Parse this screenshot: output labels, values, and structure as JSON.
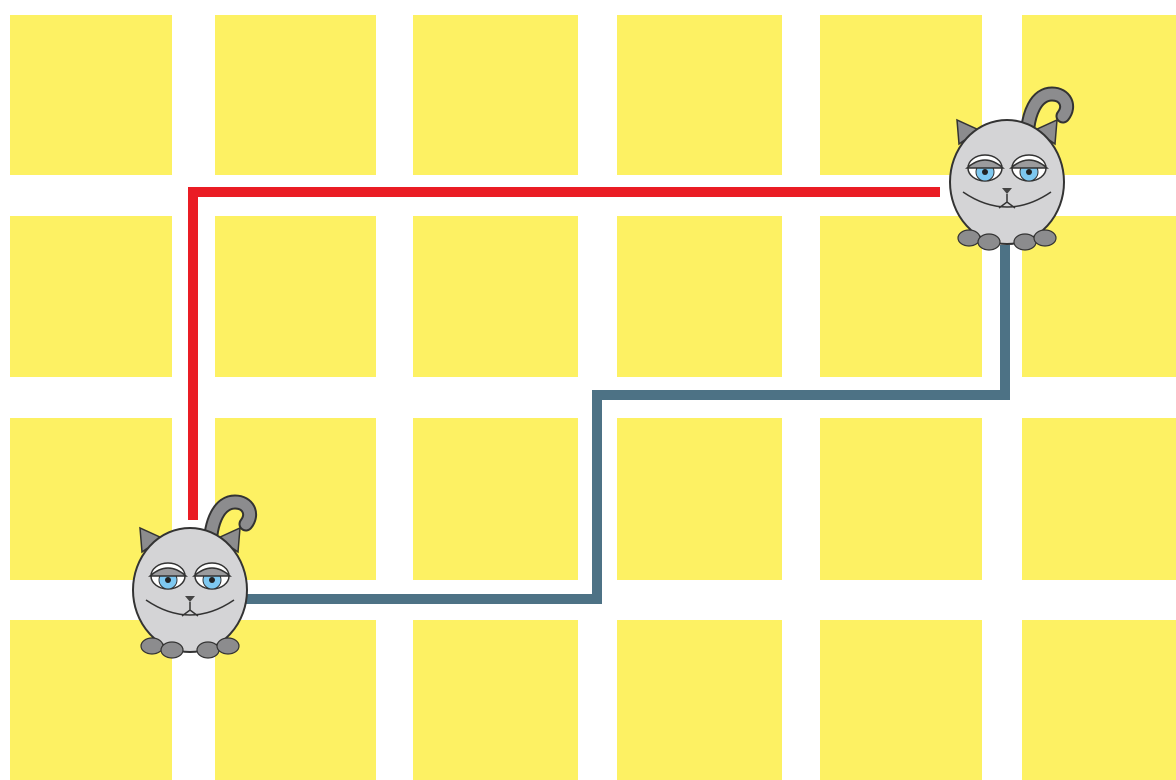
{
  "colors": {
    "background": "#ffffff",
    "block": "#fdf163",
    "red_path": "#ea1c24",
    "blue_path": "#4d7285",
    "cat_body": "#d4d4d6",
    "cat_dark": "#8c8c8e",
    "cat_outline": "#333333",
    "cat_eye": "#7ec8f0",
    "cat_lid": "#9b9b9d"
  },
  "grid": {
    "columns": 6,
    "rows": 4
  },
  "paths": [
    {
      "name": "red-path",
      "color_key": "red_path",
      "from": "cat-bottom-left",
      "to": "cat-top-right",
      "route": "up-then-right"
    },
    {
      "name": "blue-path",
      "color_key": "blue_path",
      "from": "cat-bottom-left",
      "to": "cat-top-right",
      "route": "right-up-right-up"
    }
  ],
  "cats": [
    {
      "name": "cat-bottom-left",
      "icon": "grumpy-cat-icon"
    },
    {
      "name": "cat-top-right",
      "icon": "grumpy-cat-icon"
    }
  ]
}
